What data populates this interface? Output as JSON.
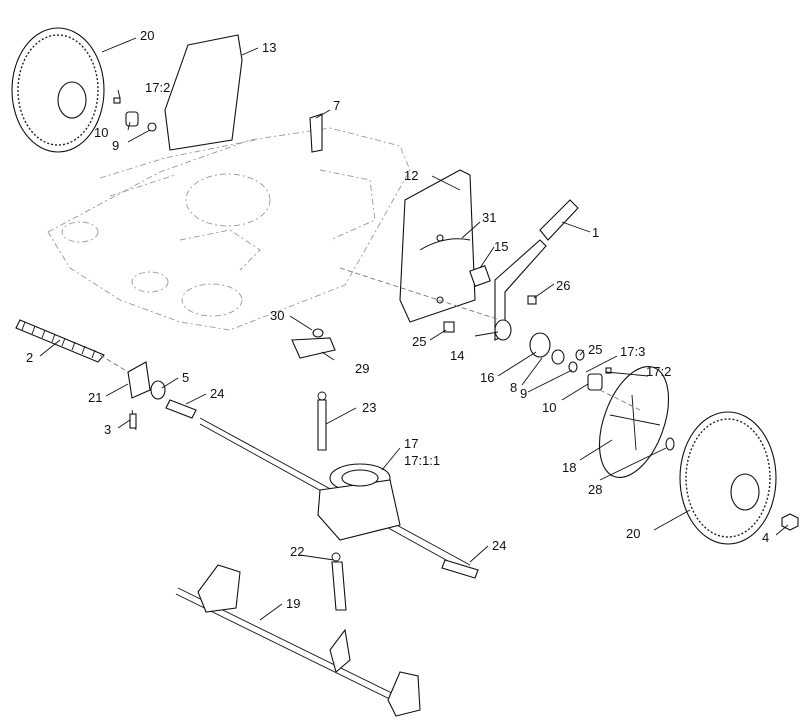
{
  "labels": {
    "l1": "1",
    "l2": "2",
    "l3": "3",
    "l4": "4",
    "l5": "5",
    "l7": "7",
    "l8": "8",
    "l9a": "9",
    "l9b": "9",
    "l10a": "10",
    "l10b": "10",
    "l12": "12",
    "l13": "13",
    "l14": "14",
    "l15": "15",
    "l16": "16",
    "l17": "17",
    "l17_1_1": "17:1:1",
    "l17_2a": "17:2",
    "l17_2b": "17:2",
    "l17_3": "17:3",
    "l18": "18",
    "l19": "19",
    "l20a": "20",
    "l20b": "20",
    "l21": "21",
    "l22": "22",
    "l23": "23",
    "l24a": "24",
    "l24b": "24",
    "l25a": "25",
    "l25b": "25",
    "l26": "26",
    "l28": "28",
    "l29": "29",
    "l30": "30",
    "l31": "31"
  }
}
